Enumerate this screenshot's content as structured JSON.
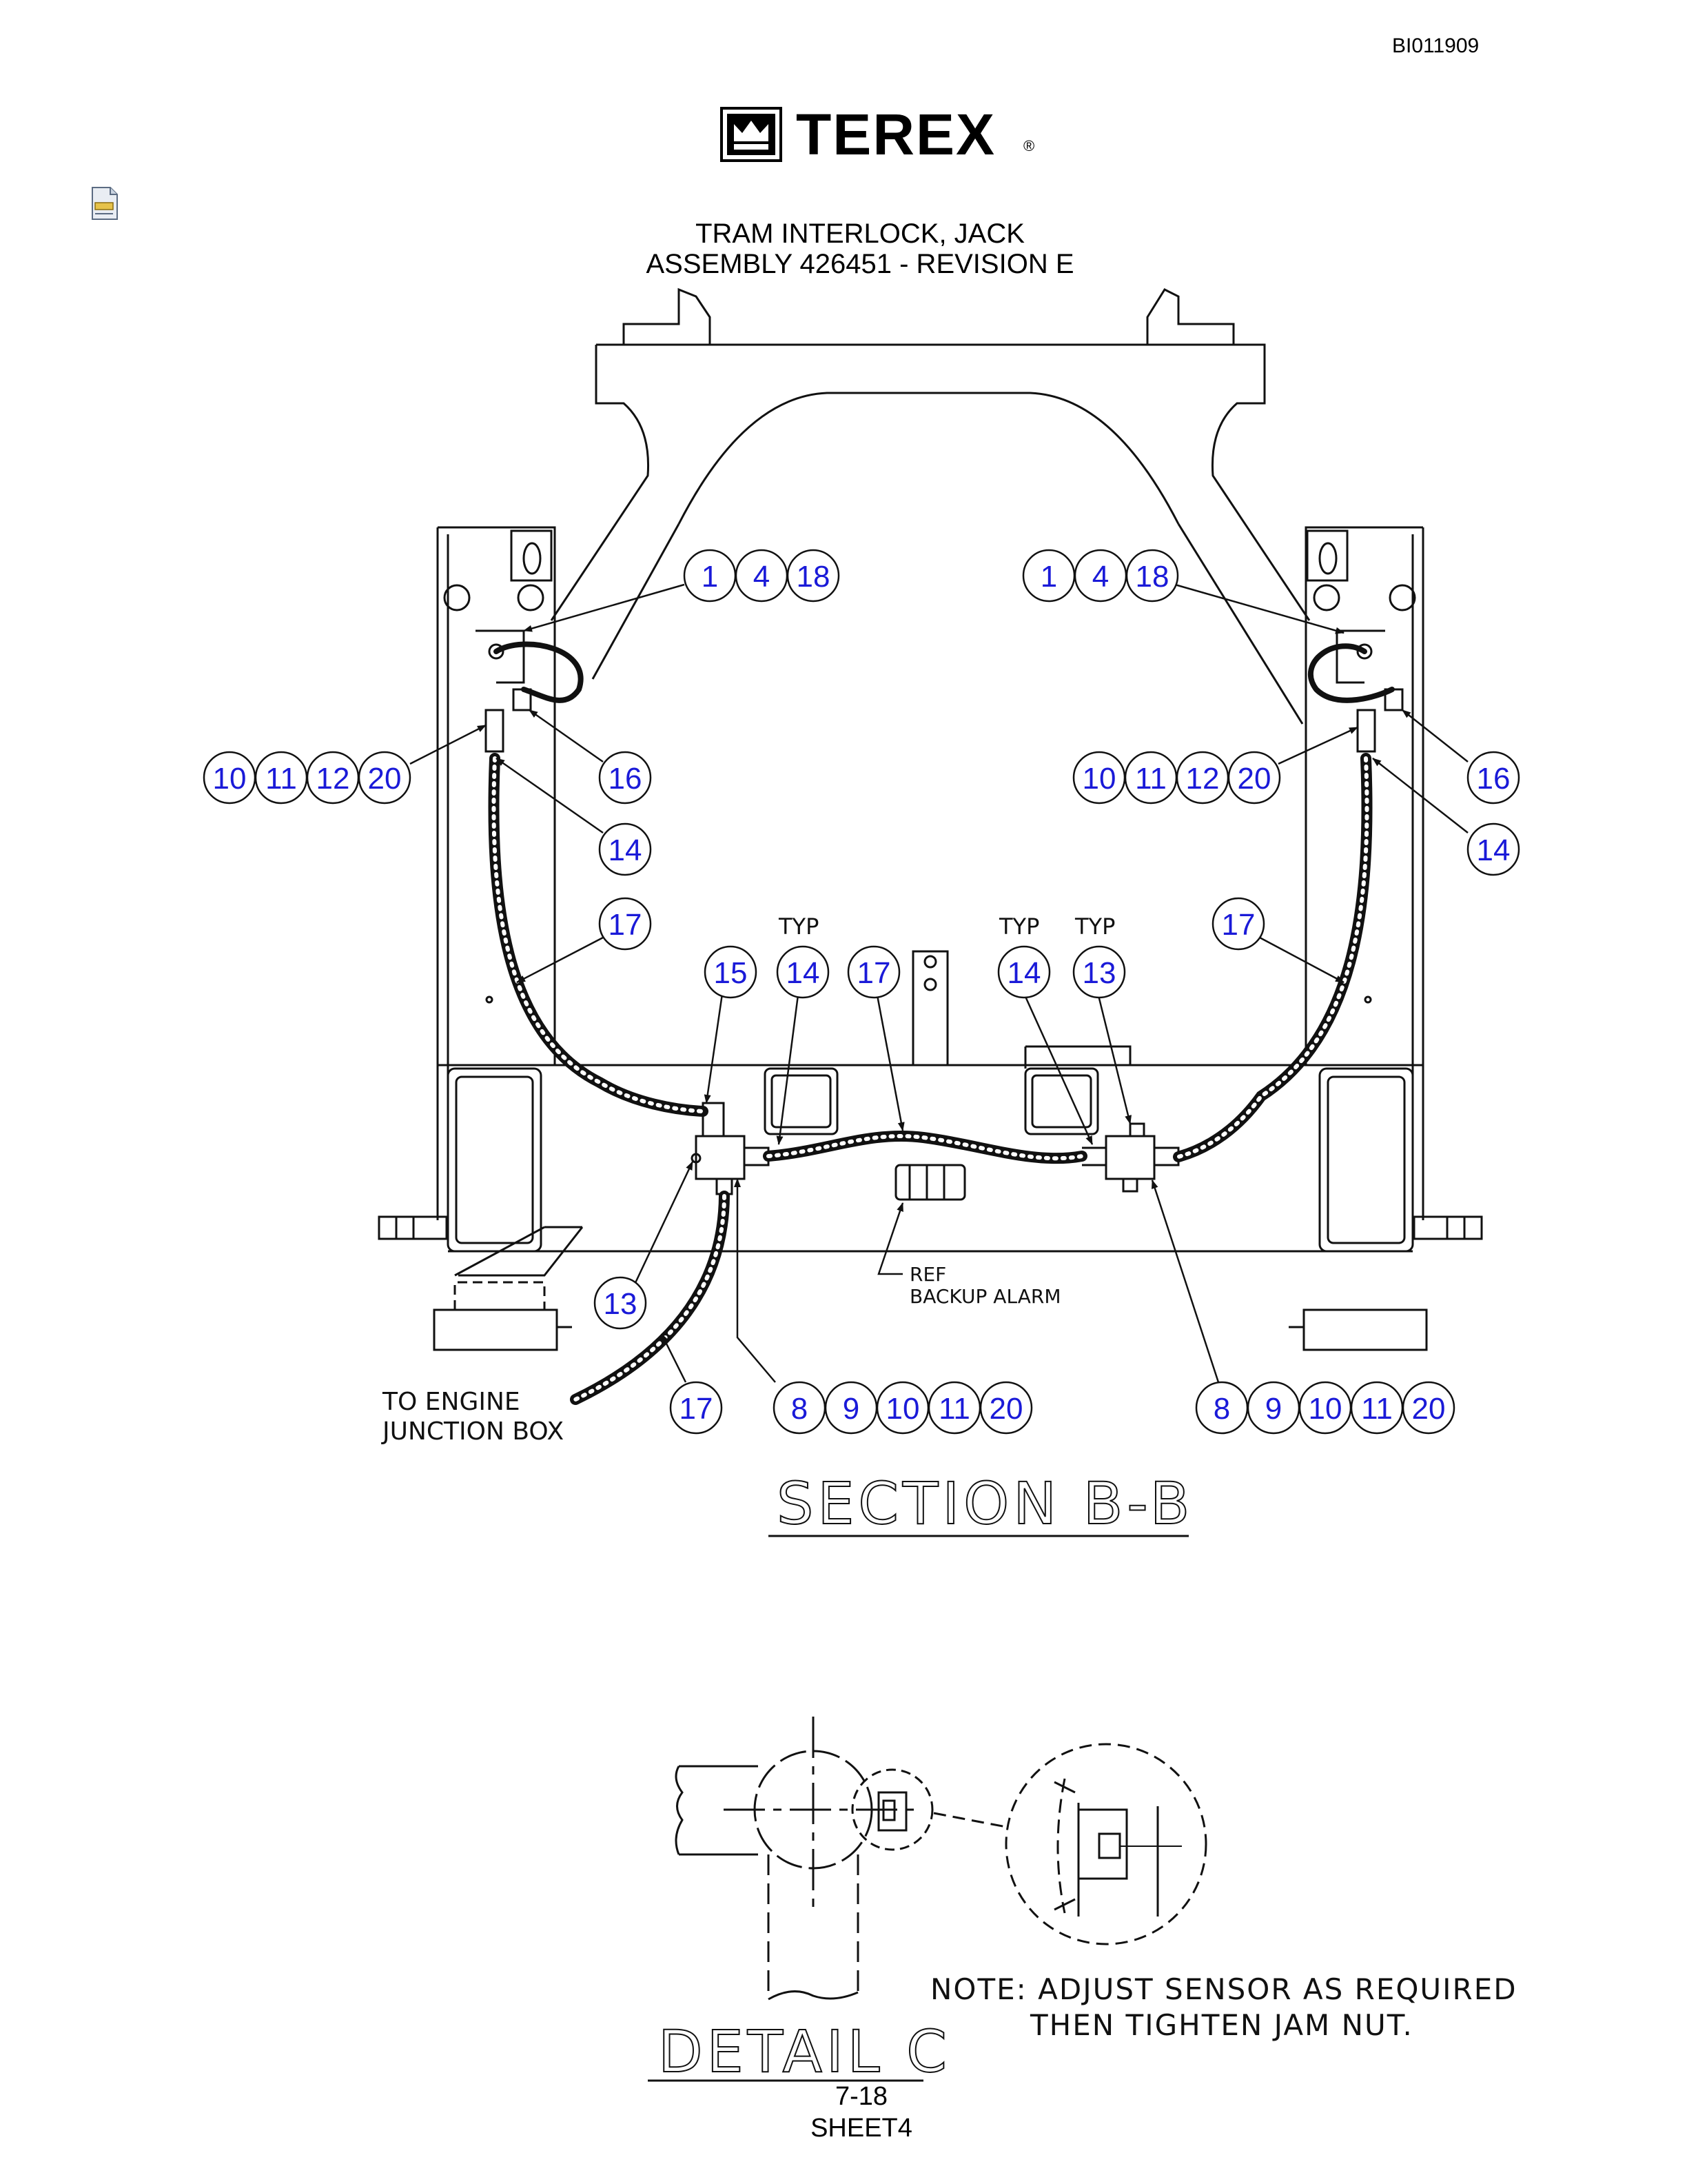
{
  "header": {
    "doc_id": "BI011909",
    "brand": "TEREX",
    "registered_mark": "®",
    "title_line1": "TRAM INTERLOCK, JACK",
    "title_line2": "ASSEMBLY 426451 - REVISION E"
  },
  "icons": {
    "logo": "terex-crown-logo-icon",
    "document": "document-icon"
  },
  "section_bb": {
    "title": "SECTION B-B",
    "labels": {
      "typ": "TYP",
      "ref_line1": "REF",
      "ref_line2": "BACKUP ALARM",
      "engine_line1": "TO ENGINE",
      "engine_line2": "JUNCTION BOX"
    },
    "balloons": {
      "tl": [
        "1",
        "4",
        "18"
      ],
      "tr": [
        "1",
        "4",
        "18"
      ],
      "ml": [
        "10",
        "11",
        "12",
        "20"
      ],
      "mr": [
        "10",
        "11",
        "12",
        "20"
      ],
      "bl": [
        "8",
        "9",
        "10",
        "11",
        "20"
      ],
      "br": [
        "8",
        "9",
        "10",
        "11",
        "20"
      ],
      "l16": "16",
      "l14": "14",
      "r16": "16",
      "r14": "14",
      "l17": "17",
      "r17": "17",
      "c15": "15",
      "c14a": "14",
      "c17": "17",
      "c14b": "14",
      "c13": "13",
      "b13": "13",
      "b17": "17"
    }
  },
  "detail_c": {
    "title": "DETAIL C",
    "note_line1": "NOTE: ADJUST SENSOR AS REQUIRED",
    "note_line2": "THEN TIGHTEN JAM NUT."
  },
  "footer": {
    "page": "7-18",
    "sheet": "SHEET4"
  },
  "colors": {
    "balloon_text": "#1a1ad8",
    "line": "#111111"
  }
}
